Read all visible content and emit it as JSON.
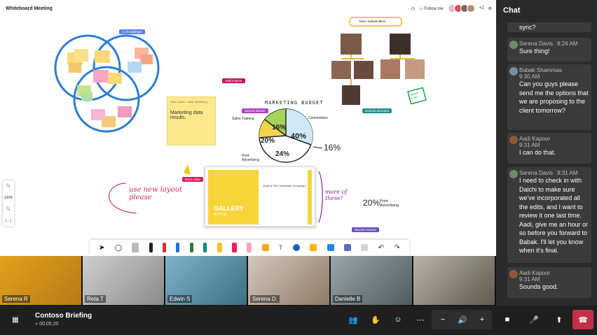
{
  "whiteboard": {
    "title": "Whiteboard Meeting",
    "follow_label": "Follow me",
    "extra_count": "+2",
    "zoom_level": "100%",
    "note_title": "Marketing data results.",
    "note_small": "Ozie Lucero - data: Marketing",
    "chart_title": "MARKETING BUDGET",
    "chart_labels": [
      "Sales Training",
      "Conventions",
      "Print Advertising"
    ],
    "chart_values": [
      "16%",
      "40%",
      "20%",
      "24%"
    ],
    "outside_value": "16%",
    "bottom_value": "20%",
    "bottom_label": "Print Advertising",
    "stakeholders_title": "Team Stakeholders",
    "open_sign": "OPEN FOR...",
    "handwriting_1": "use new layout please",
    "handwriting_2": "more of these!",
    "slide_title": "What is The Lemonade Company?",
    "slide_word": "GALLERY",
    "slide_logo_mark": "ACTIVE",
    "cursors": [
      {
        "name": "Colin Ballinger",
        "color": "#5b7cf0"
      },
      {
        "name": "Aadi Kapoor",
        "color": "#c2185b"
      },
      {
        "name": "Serena Davies",
        "color": "#b042c8"
      },
      {
        "name": "Daniela Mandera",
        "color": "#1f8f8f"
      },
      {
        "name": "Eva's Allee",
        "color": "#d81b60"
      },
      {
        "name": "Wanda Howard",
        "color": "#6a4fc2"
      }
    ]
  },
  "chat": {
    "title": "Chat",
    "top_partial": "sync?",
    "messages": [
      {
        "name": "Serena Davis",
        "time": "9:24 AM",
        "text": "Sure thing!"
      },
      {
        "name": "Babak Shammas",
        "time": "9:30 AM",
        "text": "Can you guys please send me the options that we are proposing to the client tomorrow?"
      },
      {
        "name": "Aadi Kapoor",
        "time": "9:31 AM",
        "text": "I can do that."
      },
      {
        "name": "Serena Davis",
        "time": "9:31 AM",
        "text": "I need to check in with Daichi to make sure we've incorporated all the edits, and I want to review it one last time. Aadi, give me an hour or so before you forward to Babak. I'll let you know when it's final."
      },
      {
        "name": "Aadi Kapoor",
        "time": "9:31 AM",
        "text": "Sounds good."
      }
    ]
  },
  "participants": [
    "Serena R",
    "Reta T",
    "Edwin S",
    "Serena D.",
    "Danielle B",
    ""
  ],
  "meeting": {
    "title": "Contoso Briefing",
    "duration": "00:05:20"
  }
}
